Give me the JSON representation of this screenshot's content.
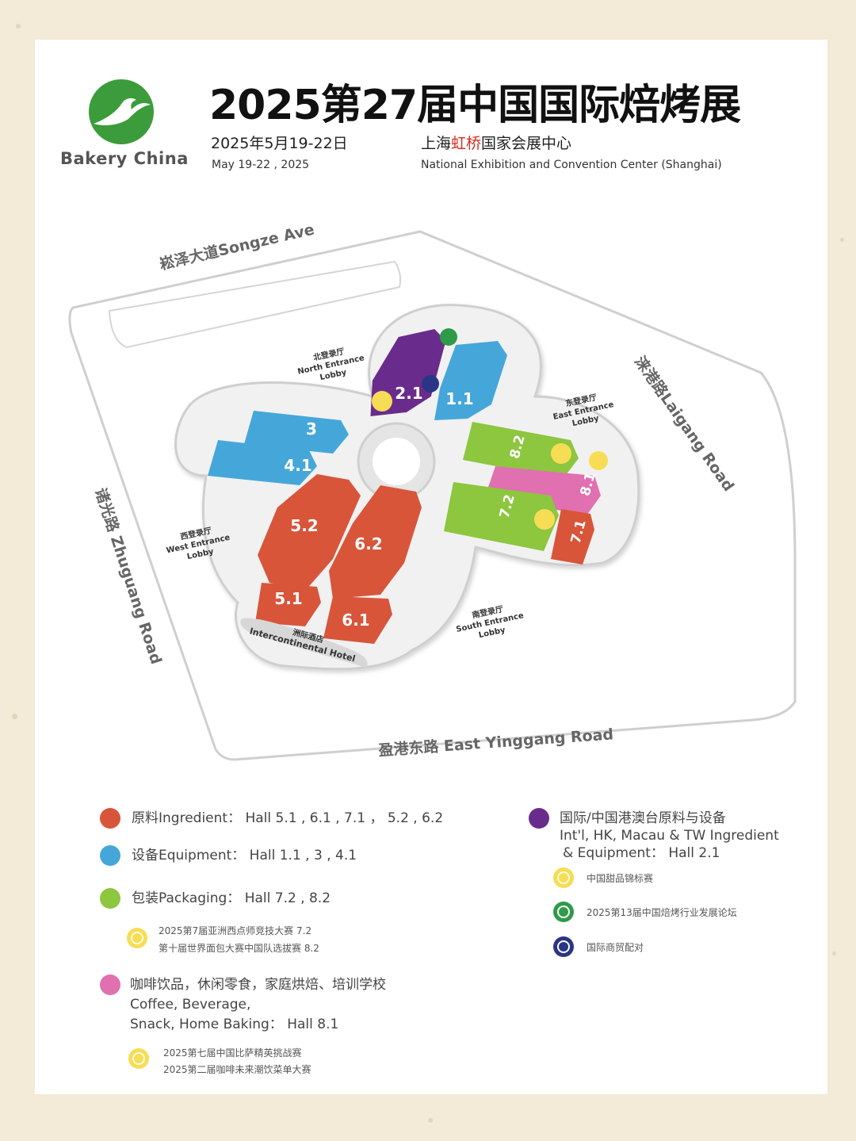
{
  "header": {
    "logo_text": "Bakery China",
    "title": "2025第27届中国国际焙烤展",
    "date_cn": "2025年5月19-22日",
    "date_en": "May 19-22 , 2025",
    "venue_cn_pre": "上海",
    "venue_cn_highlight": "虹桥",
    "venue_cn_post": "国家会展中心",
    "venue_en": "National Exhibition and Convention Center (Shanghai)"
  },
  "colors": {
    "ingredient": "#d8553a",
    "equipment": "#45a7d9",
    "packaging": "#8dc63f",
    "coffee": "#e070b0",
    "international": "#6a2c8c",
    "award": "#f6dd55",
    "forum": "#2f9a48",
    "matchmaking": "#2a3585",
    "brand_green": "#3c9c3b",
    "highlight_red": "#d42b1f"
  },
  "map": {
    "roads": {
      "north": "崧泽大道Songze Ave",
      "east": "涞港路Laigang Road",
      "west": "诸光路 Zhuguang Road",
      "south": "盈港东路  East Yinggang Road"
    },
    "lobbies": {
      "north": [
        "北登录厅",
        "North Entrance",
        "Lobby"
      ],
      "east": [
        "东登录厅",
        "East Entrance",
        "Lobby"
      ],
      "west": [
        "西登录厅",
        "West  Entrance",
        "Lobby"
      ],
      "south": [
        "南登录厅",
        "South  Entrance",
        "Lobby"
      ]
    },
    "hotel": [
      "洲际酒店",
      "Intercontinental Hotel"
    ],
    "halls": {
      "h2_1": "2.1",
      "h1_1": "1.1",
      "h3": "3",
      "h4_1": "4.1",
      "h8_2": "8.2",
      "h8_1": "8.1",
      "h7_2": "7.2",
      "h7_1": "7.1",
      "h5_2": "5.2",
      "h6_2": "6.2",
      "h5_1": "5.1",
      "h6_1": "6.1"
    }
  },
  "legend": {
    "ingredient": "原料Ingredient： Hall  5.1 , 6.1 , 7.1 ，  5.2 , 6.2",
    "equipment": "设备Equipment： Hall  1.1 , 3 , 4.1",
    "packaging": "包装Packaging： Hall  7.2 ,  8.2",
    "packaging_events": [
      "2025第7届亚洲西点师竞技大赛 7.2",
      "第十届世界面包大赛中国队选拔赛 8.2"
    ],
    "coffee": [
      "咖啡饮品，休闲零食，家庭烘焙、培训学校",
      "Coffee, Beverage,",
      "Snack, Home Baking： Hall  8.1"
    ],
    "coffee_events": [
      "2025第七届中国比萨精英挑战赛",
      "2025第二届咖啡未来潮饮菜单大赛"
    ],
    "international": [
      "国际/中国港澳台原料与设备",
      "Int'l, HK, Macau & TW Ingredient",
      "& Equipment： Hall  2.1"
    ],
    "award": "中国甜品锦标赛",
    "forum": "2025第13届中国焙烤行业发展论坛",
    "matchmaking": "国际商贸配对"
  }
}
